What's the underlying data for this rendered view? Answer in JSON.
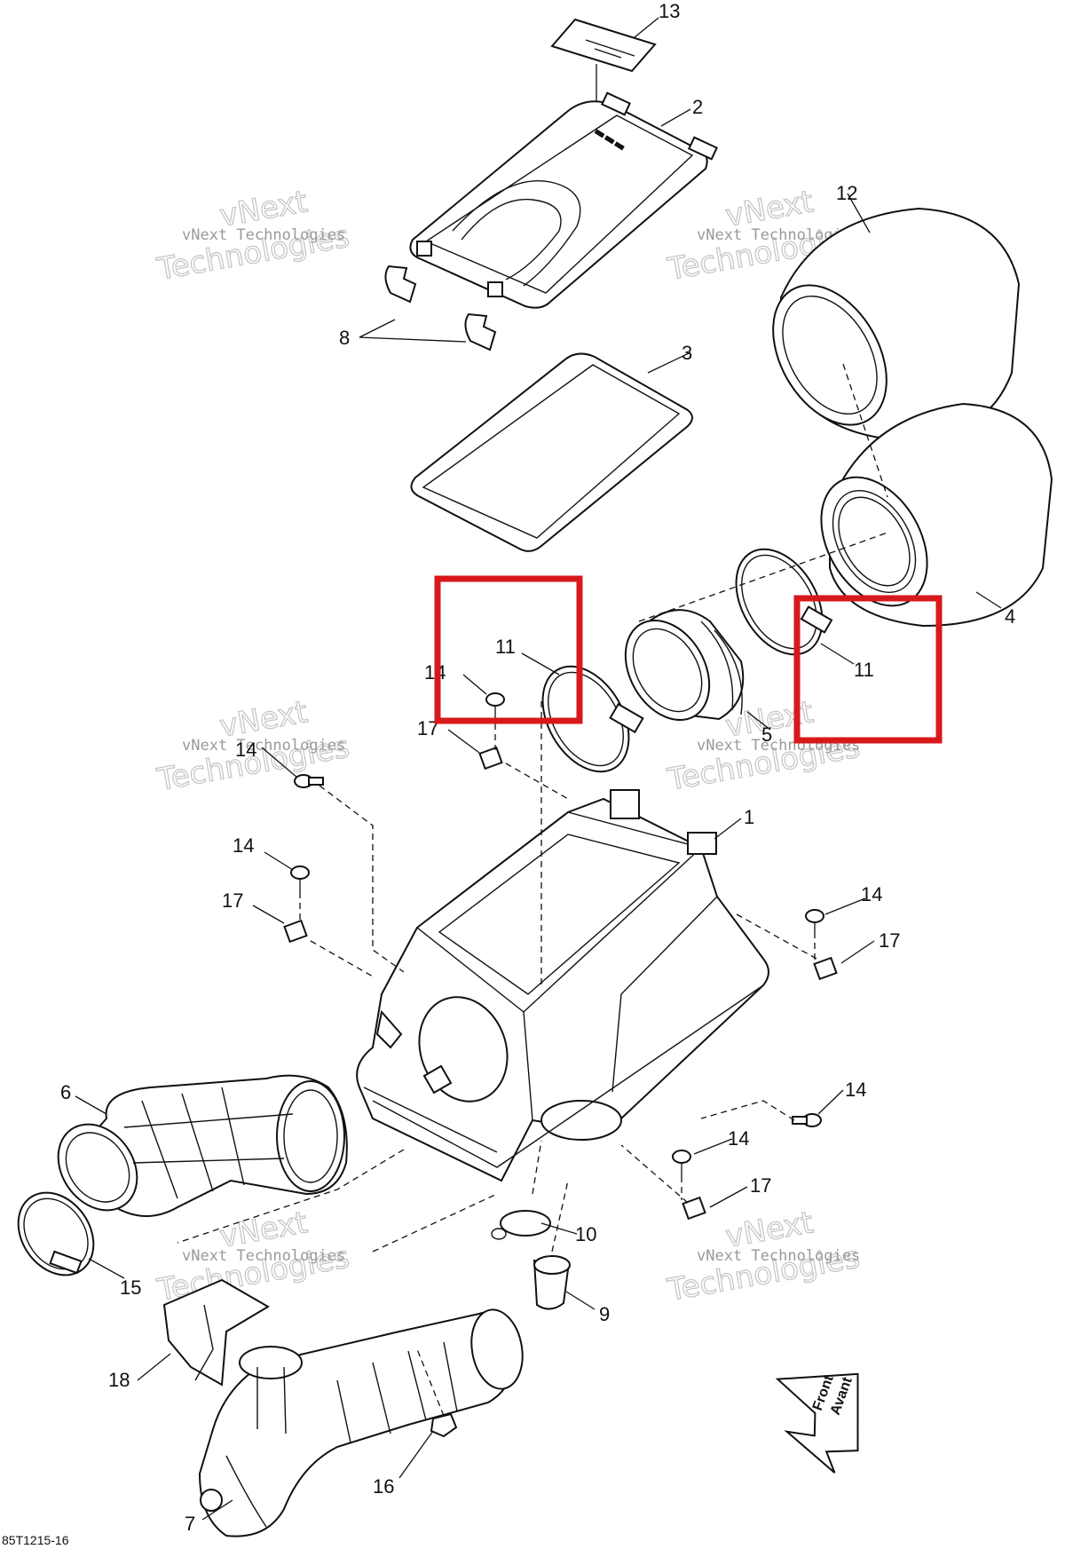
{
  "callouts": {
    "c1": "1",
    "c2": "2",
    "c3": "3",
    "c4": "4",
    "c5": "5",
    "c6": "6",
    "c7": "7",
    "c8": "8",
    "c9": "9",
    "c10": "10",
    "c11a": "11",
    "c11b": "11",
    "c12": "12",
    "c13": "13",
    "c14a": "14",
    "c14b": "14",
    "c14c": "14",
    "c14d": "14",
    "c14e": "14",
    "c14f": "14",
    "c15": "15",
    "c16": "16",
    "c17a": "17",
    "c17b": "17",
    "c17c": "17",
    "c17d": "17",
    "c18": "18"
  },
  "watermark": {
    "line1": "vNext Technologies",
    "line2": "Technologies",
    "line3": "vNext"
  },
  "direction_badge": {
    "line1": "Front",
    "line2": "Avant"
  },
  "figure_ref": "85T1215-16",
  "highlight_color": "#d7191c"
}
